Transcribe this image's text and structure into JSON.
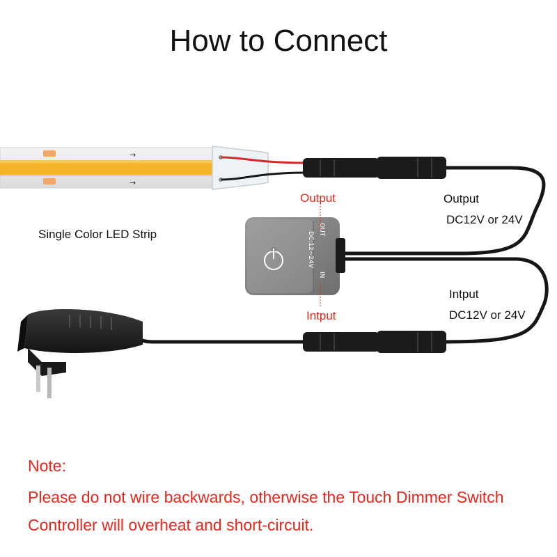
{
  "title": "How to Connect",
  "labels": {
    "strip": "Single Color LED Strip",
    "output_red": "Output",
    "input_red": "Intput",
    "output_right": "Output",
    "output_voltage": "DC12V or 24V",
    "input_right": "Intput",
    "input_voltage": "DC12V or 24V"
  },
  "module": {
    "marking_1": "OUT",
    "marking_2": "IN",
    "marking_3": "DC:12~24V",
    "icon": "power-icon"
  },
  "note": {
    "heading": "Note:",
    "line1": "Please do not wire backwards, otherwise the Touch Dimmer Switch",
    "line2": "Controller will overheat and short-circuit."
  },
  "colors": {
    "warning": "#e8261b",
    "led_strip": "#f5b52a",
    "wire_red": "#d8262b",
    "cable": "#161616"
  }
}
